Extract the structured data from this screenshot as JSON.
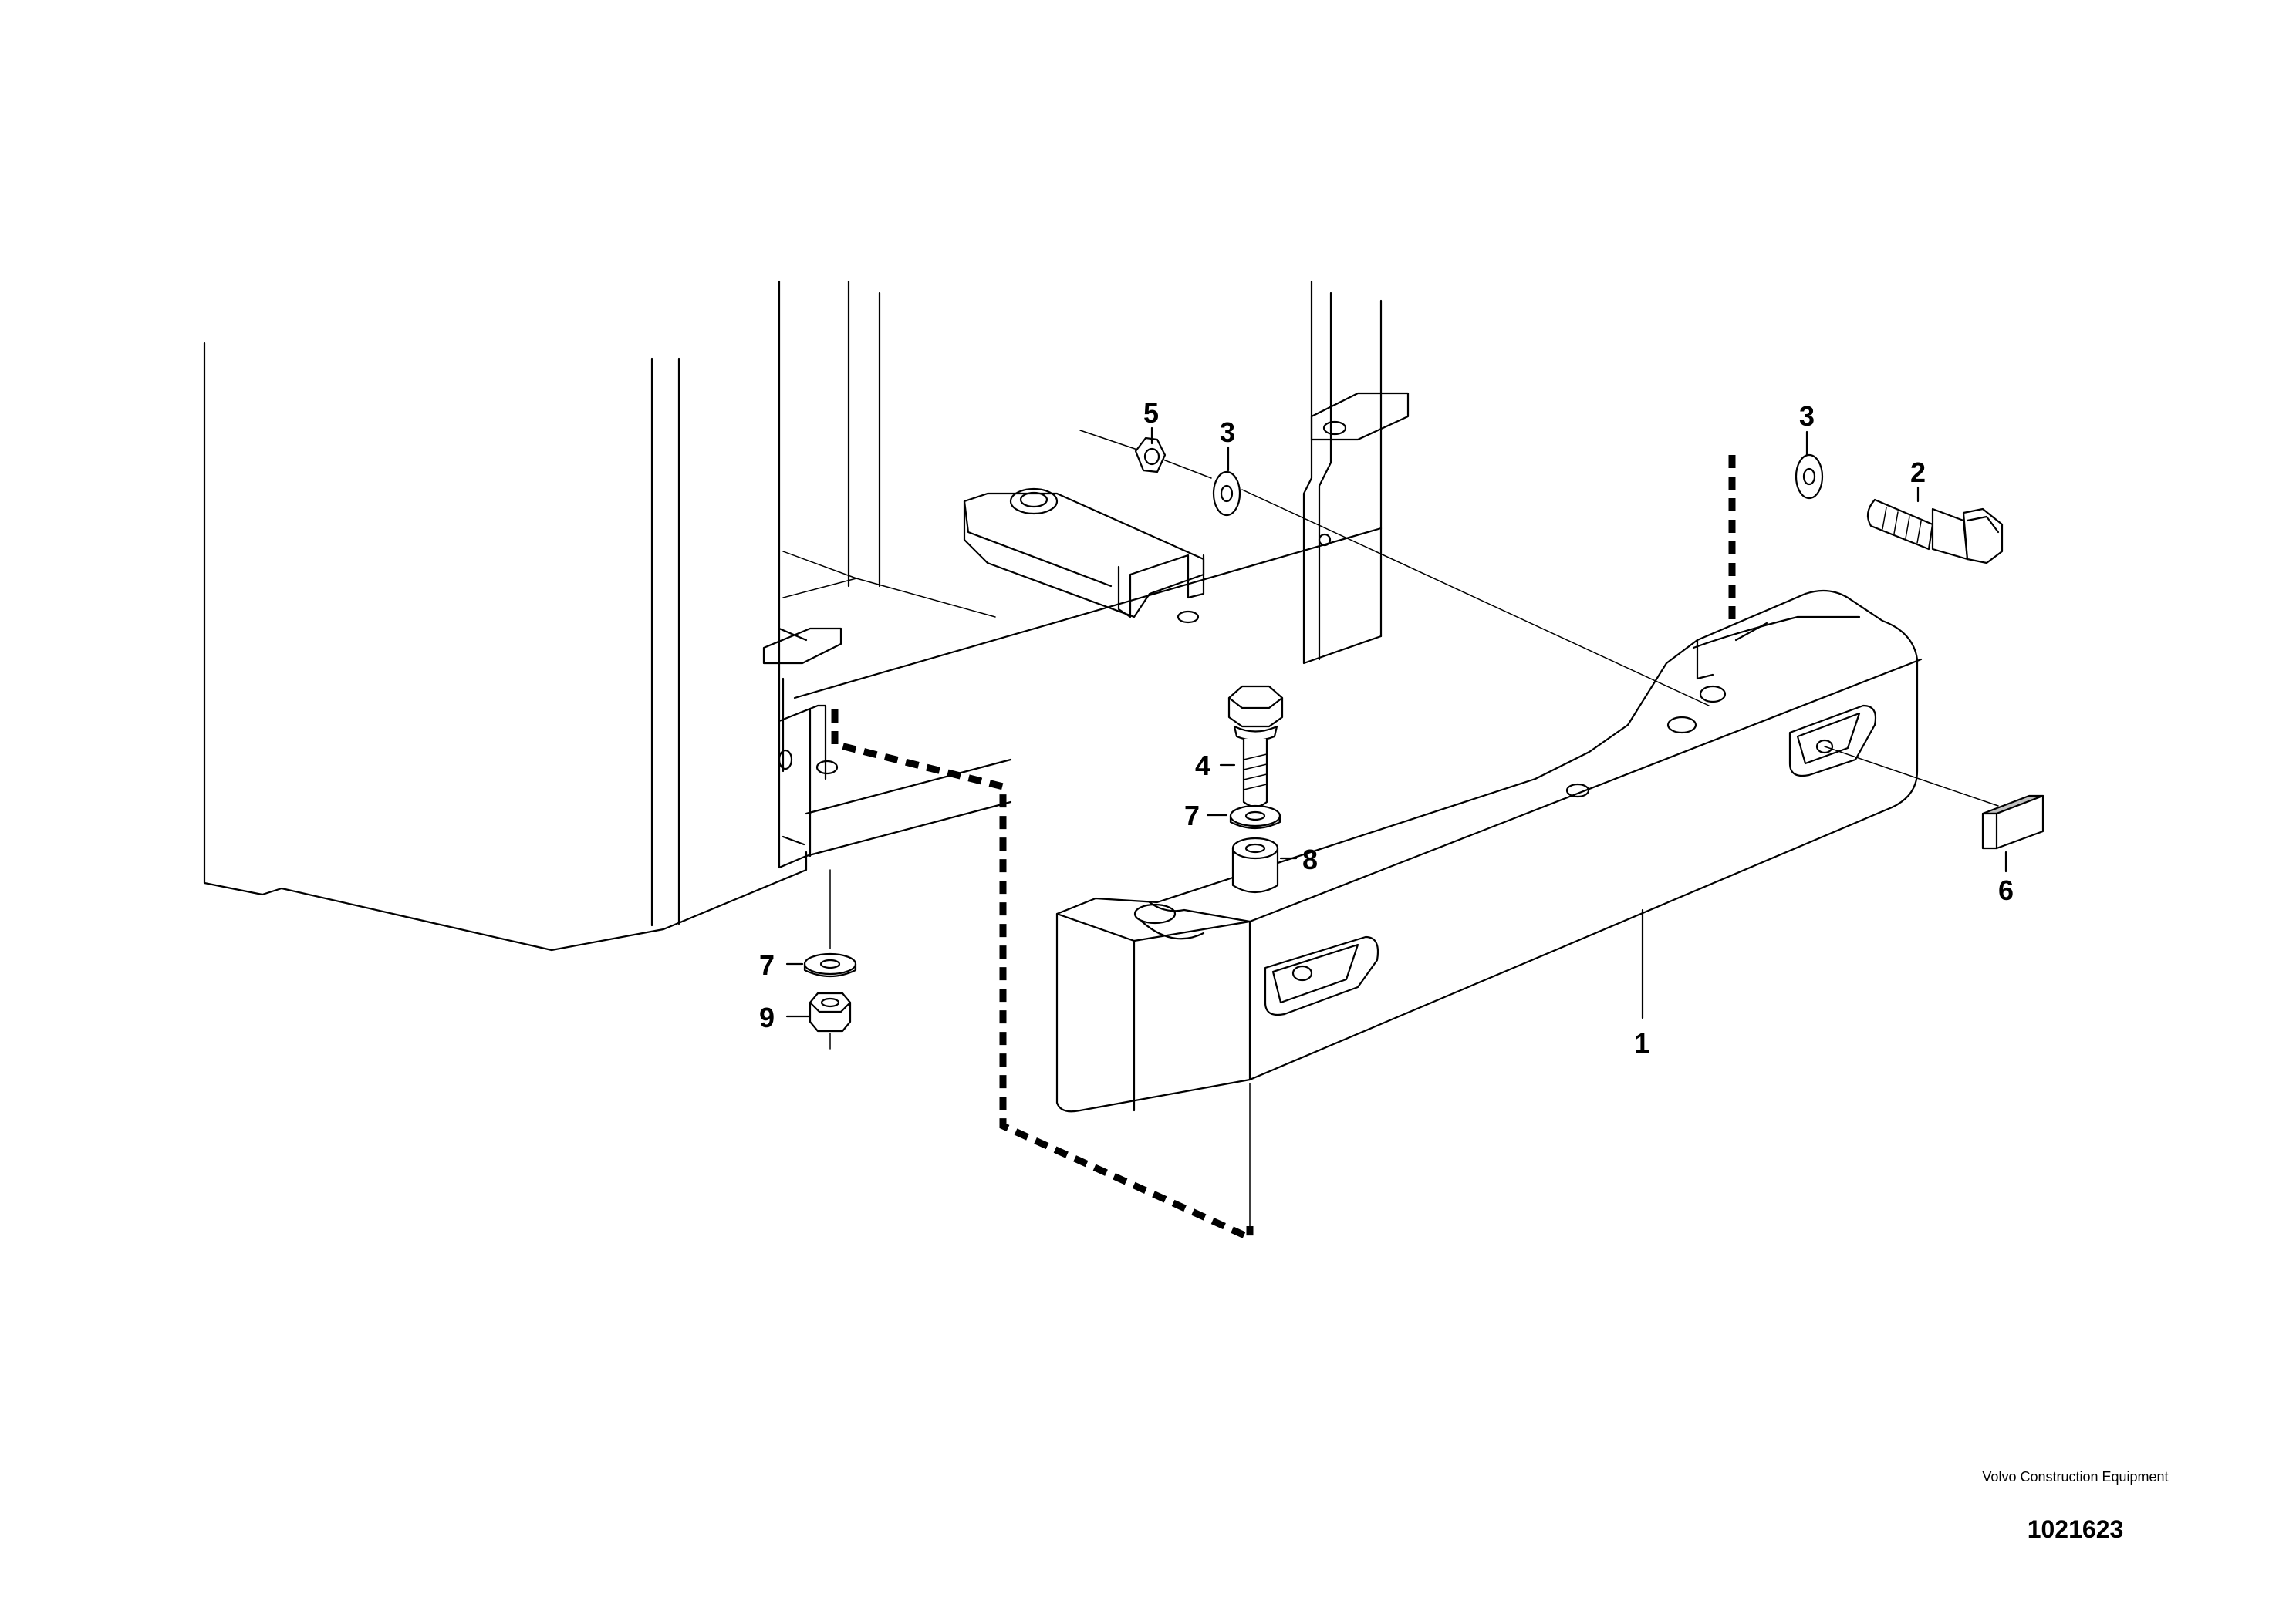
{
  "callouts": {
    "c1": "1",
    "c2": "2",
    "c3a": "3",
    "c3b": "3",
    "c4": "4",
    "c5": "5",
    "c6": "6",
    "c7a": "7",
    "c7b": "7",
    "c8": "8",
    "c9": "9"
  },
  "footer": {
    "company": "Volvo Construction Equipment",
    "drawing_number": "1021623"
  }
}
